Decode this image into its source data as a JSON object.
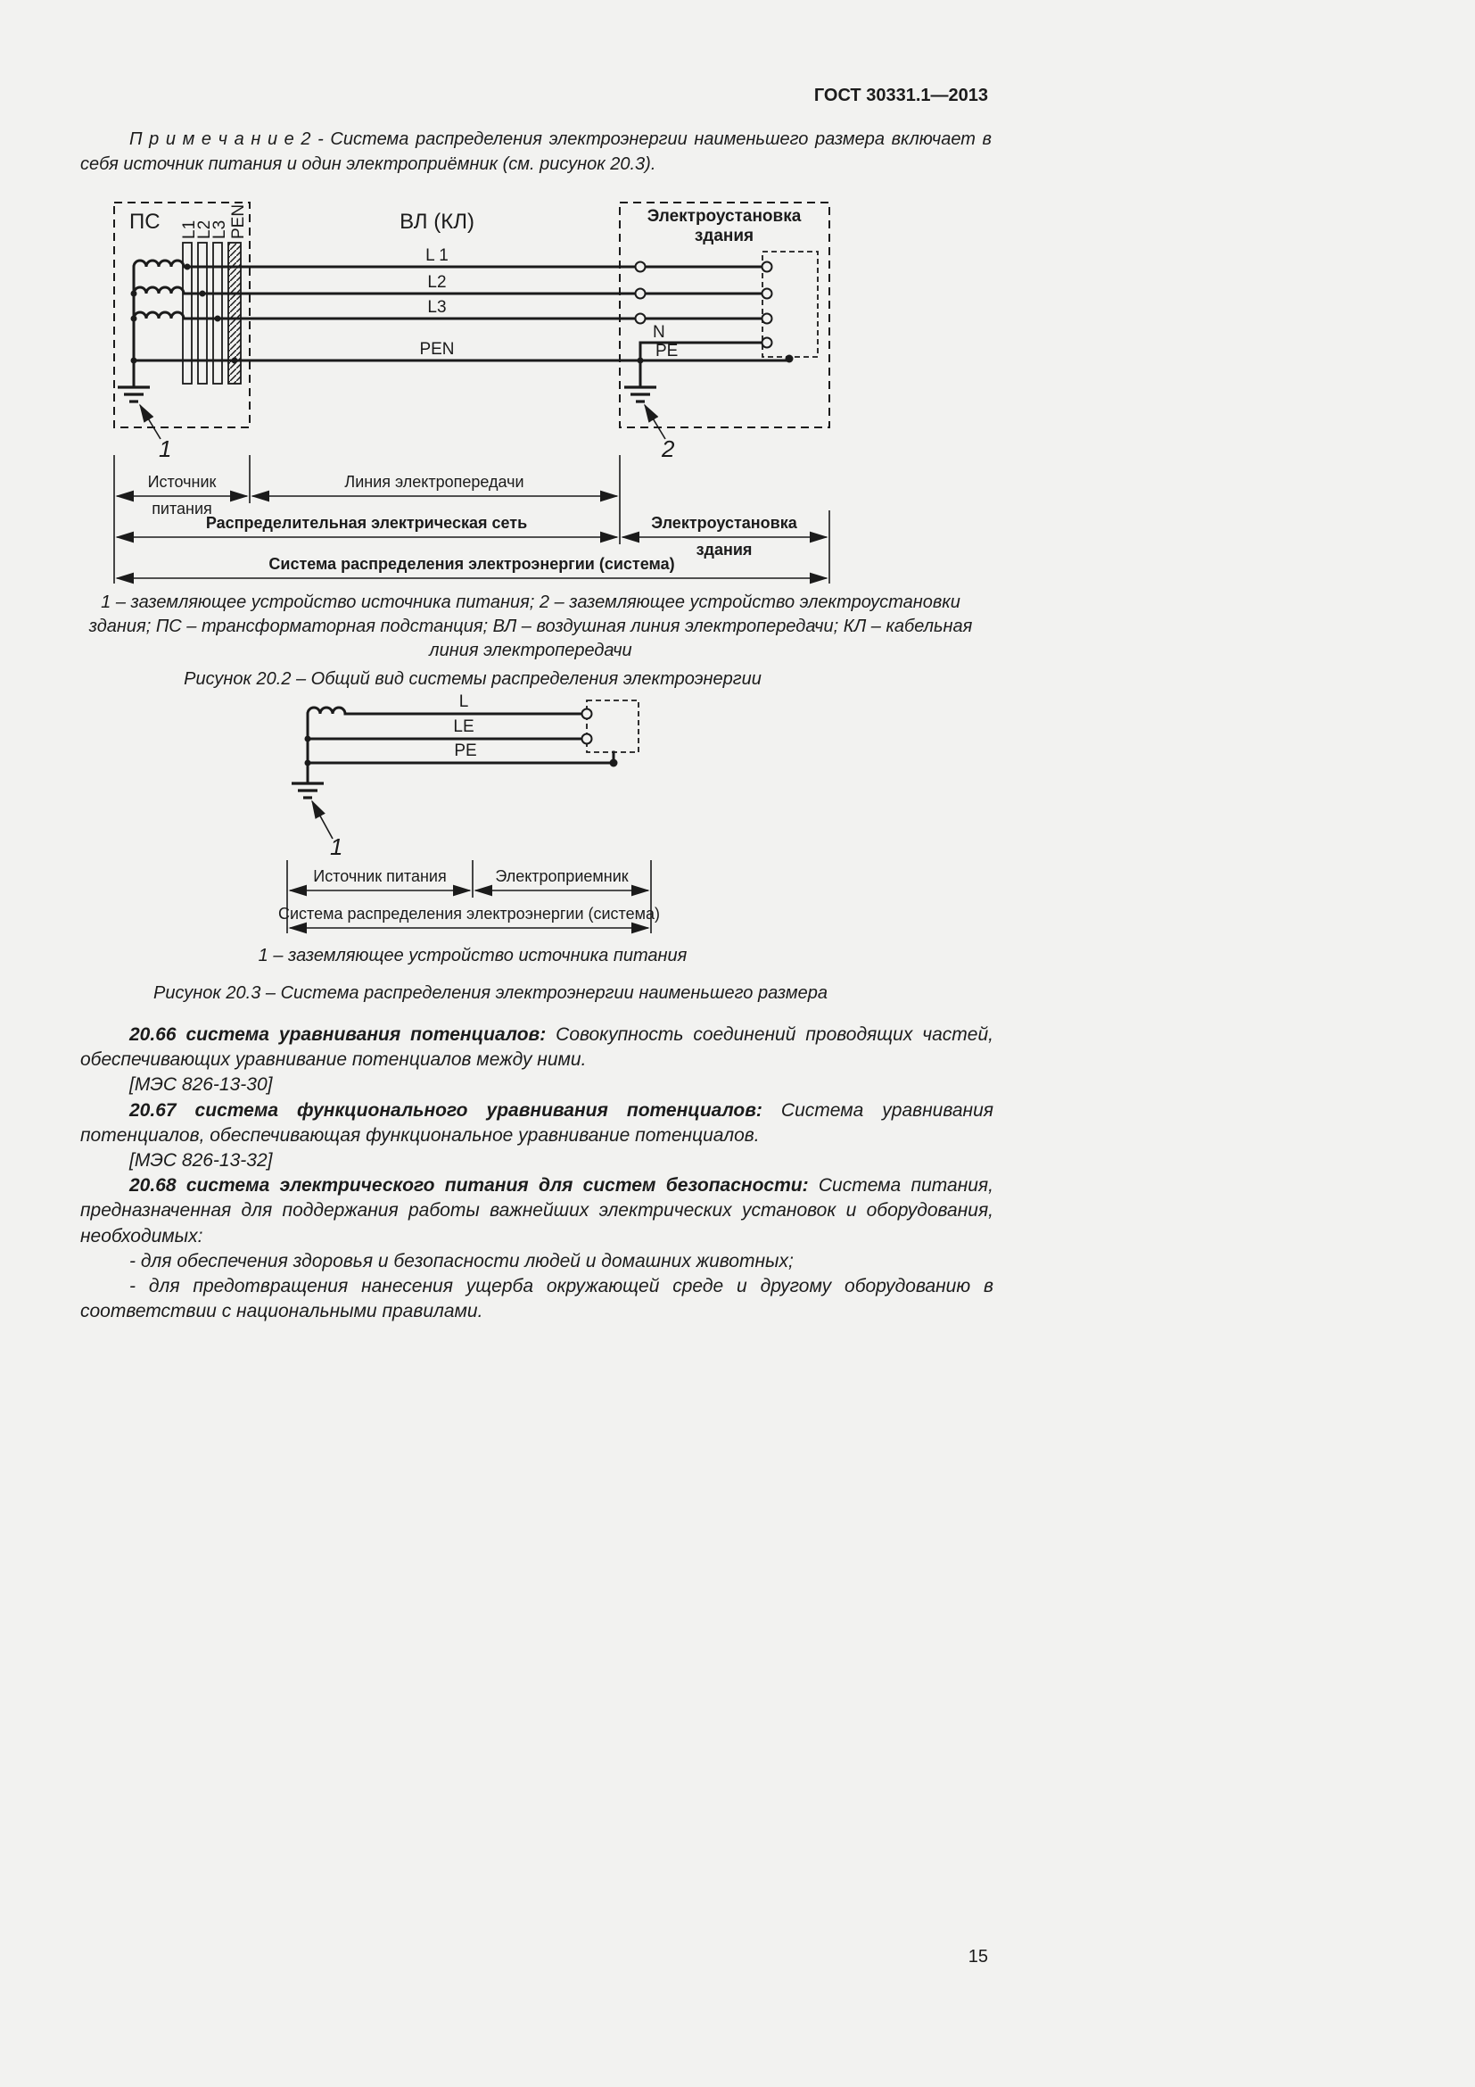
{
  "page": {
    "header": "ГОСТ 30331.1—2013",
    "number": "15"
  },
  "note": {
    "text": "П р и м е ч а н и е  2 - Система распределения электроэнергии наименьшего размера включает в себя источник питания и один электроприёмник (см. рисунок 20.3)."
  },
  "figure_20_2": {
    "substation_label": "ПС",
    "line_type_label": "ВЛ (КЛ)",
    "building_line1": "Электроустановка",
    "building_line2": "здания",
    "bus_labels": [
      "L1",
      "L2",
      "L3",
      "PEN"
    ],
    "wire_labels": {
      "l1": "L 1",
      "l2": "L2",
      "l3": "L3",
      "pen": "PEN",
      "n": "N",
      "pe": "PE"
    },
    "ground1_label": "1",
    "ground2_label": "2",
    "dim_source_line1": "Источник",
    "dim_source_line2": "питания",
    "dim_line": "Линия электропередачи",
    "dim_network": "Распределительная электрическая сеть",
    "dim_building_line1": "Электроустановка",
    "dim_building_line2": "здания",
    "dim_system": "Система распределения электроэнергии (система)",
    "caption": "1 – заземляющее устройство источника питания; 2 – заземляющее устройство электроустановки здания; ПС – трансформаторная подстанция; ВЛ – воздушная линия электропередачи; КЛ – кабельная линия электропередачи",
    "title": "Рисунок 20.2 – Общий вид системы распределения электроэнергии"
  },
  "figure_20_3": {
    "wire_labels": {
      "l": "L",
      "le": "LE",
      "pe": "PE"
    },
    "ground1_label": "1",
    "dim_source": "Источник питания",
    "dim_receiver": "Электроприемник",
    "dim_system": "Система распределения электроэнергии (система)",
    "caption": "1 – заземляющее устройство источника питания",
    "title": "Рисунок 20.3 – Система распределения электроэнергии наименьшего размера"
  },
  "definitions": {
    "d66": {
      "term": "20.66 система уравнивания потенциалов:",
      "body": "Совокупность соединений проводящих частей, обеспечивающих уравнивание потенциалов между ними.",
      "ref": "[МЭС 826-13-30]"
    },
    "d67": {
      "term": "20.67 система функционального уравнивания потенциалов:",
      "body": "Система уравнивания потенциалов, обеспечивающая функциональное уравнивание потенциалов.",
      "ref": "[МЭС 826-13-32]"
    },
    "d68": {
      "term": "20.68 система электрического питания для систем безопасности:",
      "body": "Система питания, предназначенная для поддержания работы важнейших электрических установок и оборудования, необходимых:",
      "item1": "- для обеспечения здоровья и безопасности людей и домашних животных;",
      "item2": "- для предотвращения нанесения ущерба окружающей среде и другому оборудованию в соответствии с национальными правилами."
    }
  }
}
